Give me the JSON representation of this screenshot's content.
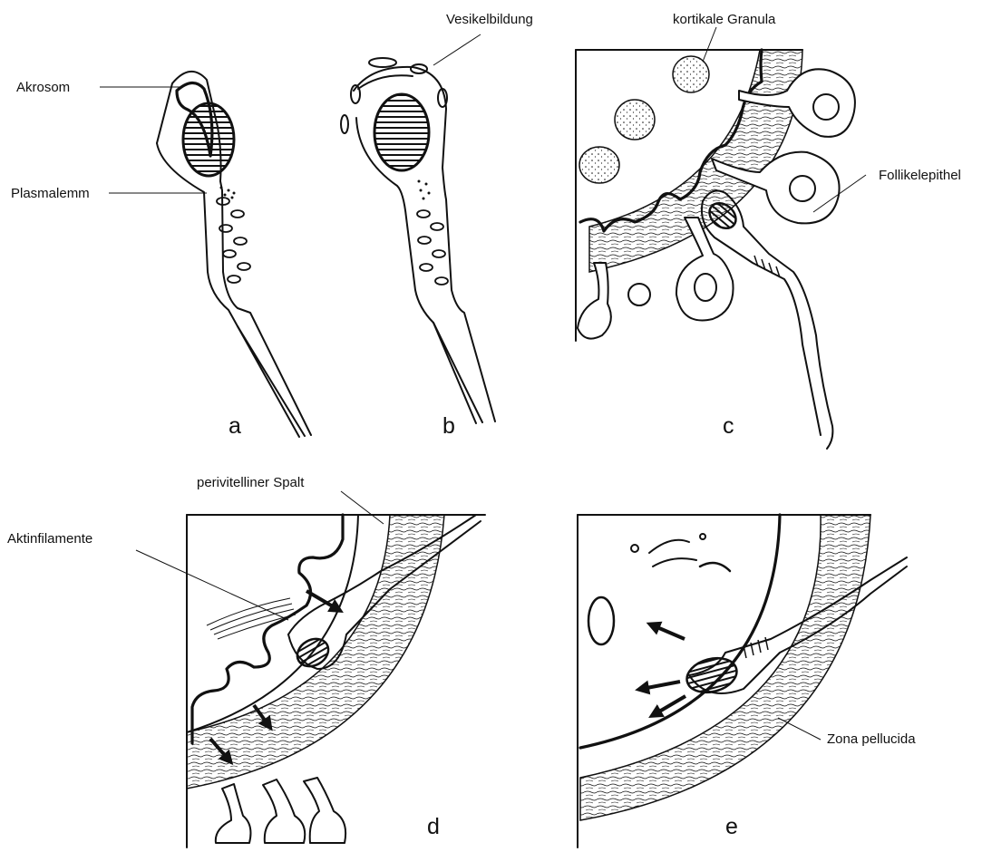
{
  "labels": {
    "akrosom": "Akrosom",
    "plasmalemm": "Plasmalemm",
    "vesikelbildung": "Vesikelbildung",
    "kortikale_granula": "kortikale Granula",
    "follikelepithel": "Follikelepithel",
    "perivitelliner_spalt": "perivitelliner Spalt",
    "aktinfilamente": "Aktinfilamente",
    "zona_pellucida": "Zona pellucida"
  },
  "panels": {
    "a": "a",
    "b": "b",
    "c": "c",
    "d": "d",
    "e": "e"
  },
  "colors": {
    "ink": "#111111",
    "background": "#ffffff"
  }
}
